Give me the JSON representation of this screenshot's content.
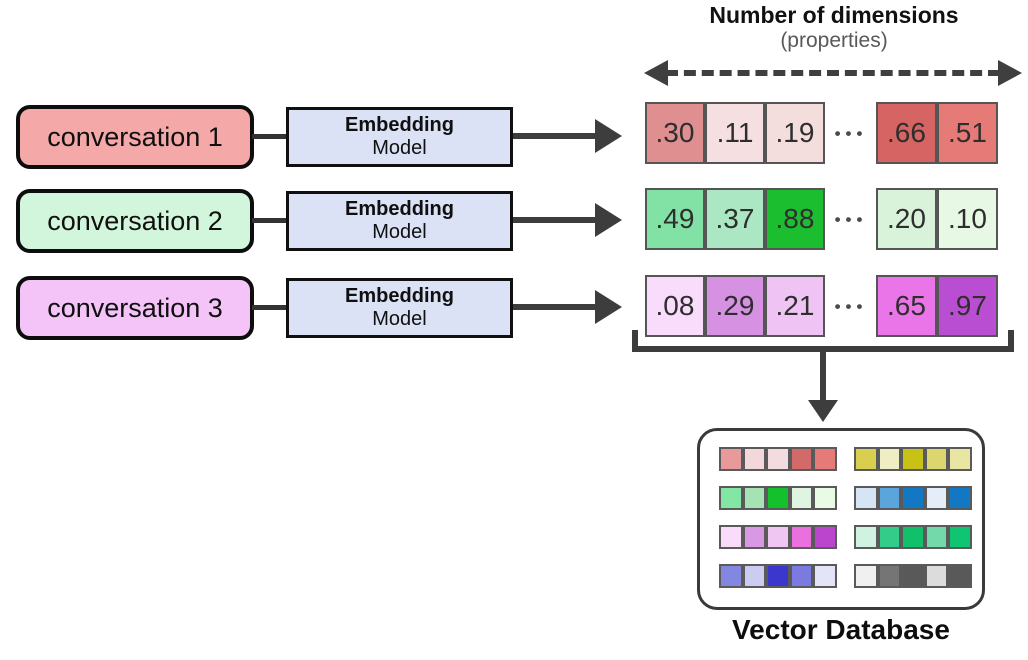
{
  "header": {
    "title": "Number of dimensions",
    "subtitle": "(properties)"
  },
  "rows": [
    {
      "conversation": {
        "label": "conversation 1",
        "fill": "#f5a8a8"
      },
      "embedding": {
        "title": "Embedding",
        "subtitle": "Model",
        "fill": "#dbe2f6"
      },
      "ellipsis": "•••",
      "vector": {
        "head": [
          {
            "value": ".30",
            "fill": "#e08f90"
          },
          {
            "value": ".11",
            "fill": "#f6dfe1"
          },
          {
            "value": ".19",
            "fill": "#f3dddd"
          }
        ],
        "tail": [
          {
            "value": ".66",
            "fill": "#d56462"
          },
          {
            "value": ".51",
            "fill": "#e57a77"
          }
        ]
      }
    },
    {
      "conversation": {
        "label": "conversation 2",
        "fill": "#d2f6dc"
      },
      "embedding": {
        "title": "Embedding",
        "subtitle": "Model",
        "fill": "#dbe2f6"
      },
      "ellipsis": "•••",
      "vector": {
        "head": [
          {
            "value": ".49",
            "fill": "#82e2a5"
          },
          {
            "value": ".37",
            "fill": "#abe7c2"
          },
          {
            "value": ".88",
            "fill": "#1bbe2e"
          }
        ],
        "tail": [
          {
            "value": ".20",
            "fill": "#d9f2da"
          },
          {
            "value": ".10",
            "fill": "#e7f9e5"
          }
        ]
      }
    },
    {
      "conversation": {
        "label": "conversation 3",
        "fill": "#f4c4f9"
      },
      "embedding": {
        "title": "Embedding",
        "subtitle": "Model",
        "fill": "#dbe2f6"
      },
      "ellipsis": "•••",
      "vector": {
        "head": [
          {
            "value": ".08",
            "fill": "#f9dbfb"
          },
          {
            "value": ".29",
            "fill": "#d691e2"
          },
          {
            "value": ".21",
            "fill": "#efc3f3"
          }
        ],
        "tail": [
          {
            "value": ".65",
            "fill": "#ea75e8"
          },
          {
            "value": ".97",
            "fill": "#ba4ed2"
          }
        ]
      }
    }
  ],
  "database": {
    "label": "Vector Database",
    "vectors": [
      {
        "name": "red",
        "cells": [
          "#e89a9b",
          "#f2d8da",
          "#f2dcdf",
          "#d26a6a",
          "#e57a79"
        ]
      },
      {
        "name": "yellow",
        "cells": [
          "#d8cf4e",
          "#efeec2",
          "#c8c216",
          "#dcd670",
          "#e9e5a3"
        ]
      },
      {
        "name": "green",
        "cells": [
          "#83e6a4",
          "#a5e2b4",
          "#13c12d",
          "#dff5e1",
          "#e9fae5"
        ]
      },
      {
        "name": "blue",
        "cells": [
          "#d5e5f5",
          "#5ba4dc",
          "#1278c4",
          "#e5eef8",
          "#1278c4"
        ]
      },
      {
        "name": "magenta",
        "cells": [
          "#f8dcfa",
          "#d898e4",
          "#efc5f2",
          "#ea70e0",
          "#bb45cc"
        ]
      },
      {
        "name": "emerald",
        "cells": [
          "#d0f2e0",
          "#33cc89",
          "#10c06b",
          "#73d9ab",
          "#0fc572"
        ]
      },
      {
        "name": "indigo",
        "cells": [
          "#8487e0",
          "#ccccf2",
          "#3b36cc",
          "#7b7ae0",
          "#e4e4f8"
        ]
      },
      {
        "name": "gray",
        "cells": [
          "#f0f0f0",
          "#757575",
          "#595959",
          "#dcdcdc",
          "#595959"
        ]
      }
    ]
  },
  "colors": {
    "arrow": "#3d3d3d",
    "cell_border": "#555555",
    "box_border": "#101010",
    "embedding_fill": "#dbe2f6"
  }
}
